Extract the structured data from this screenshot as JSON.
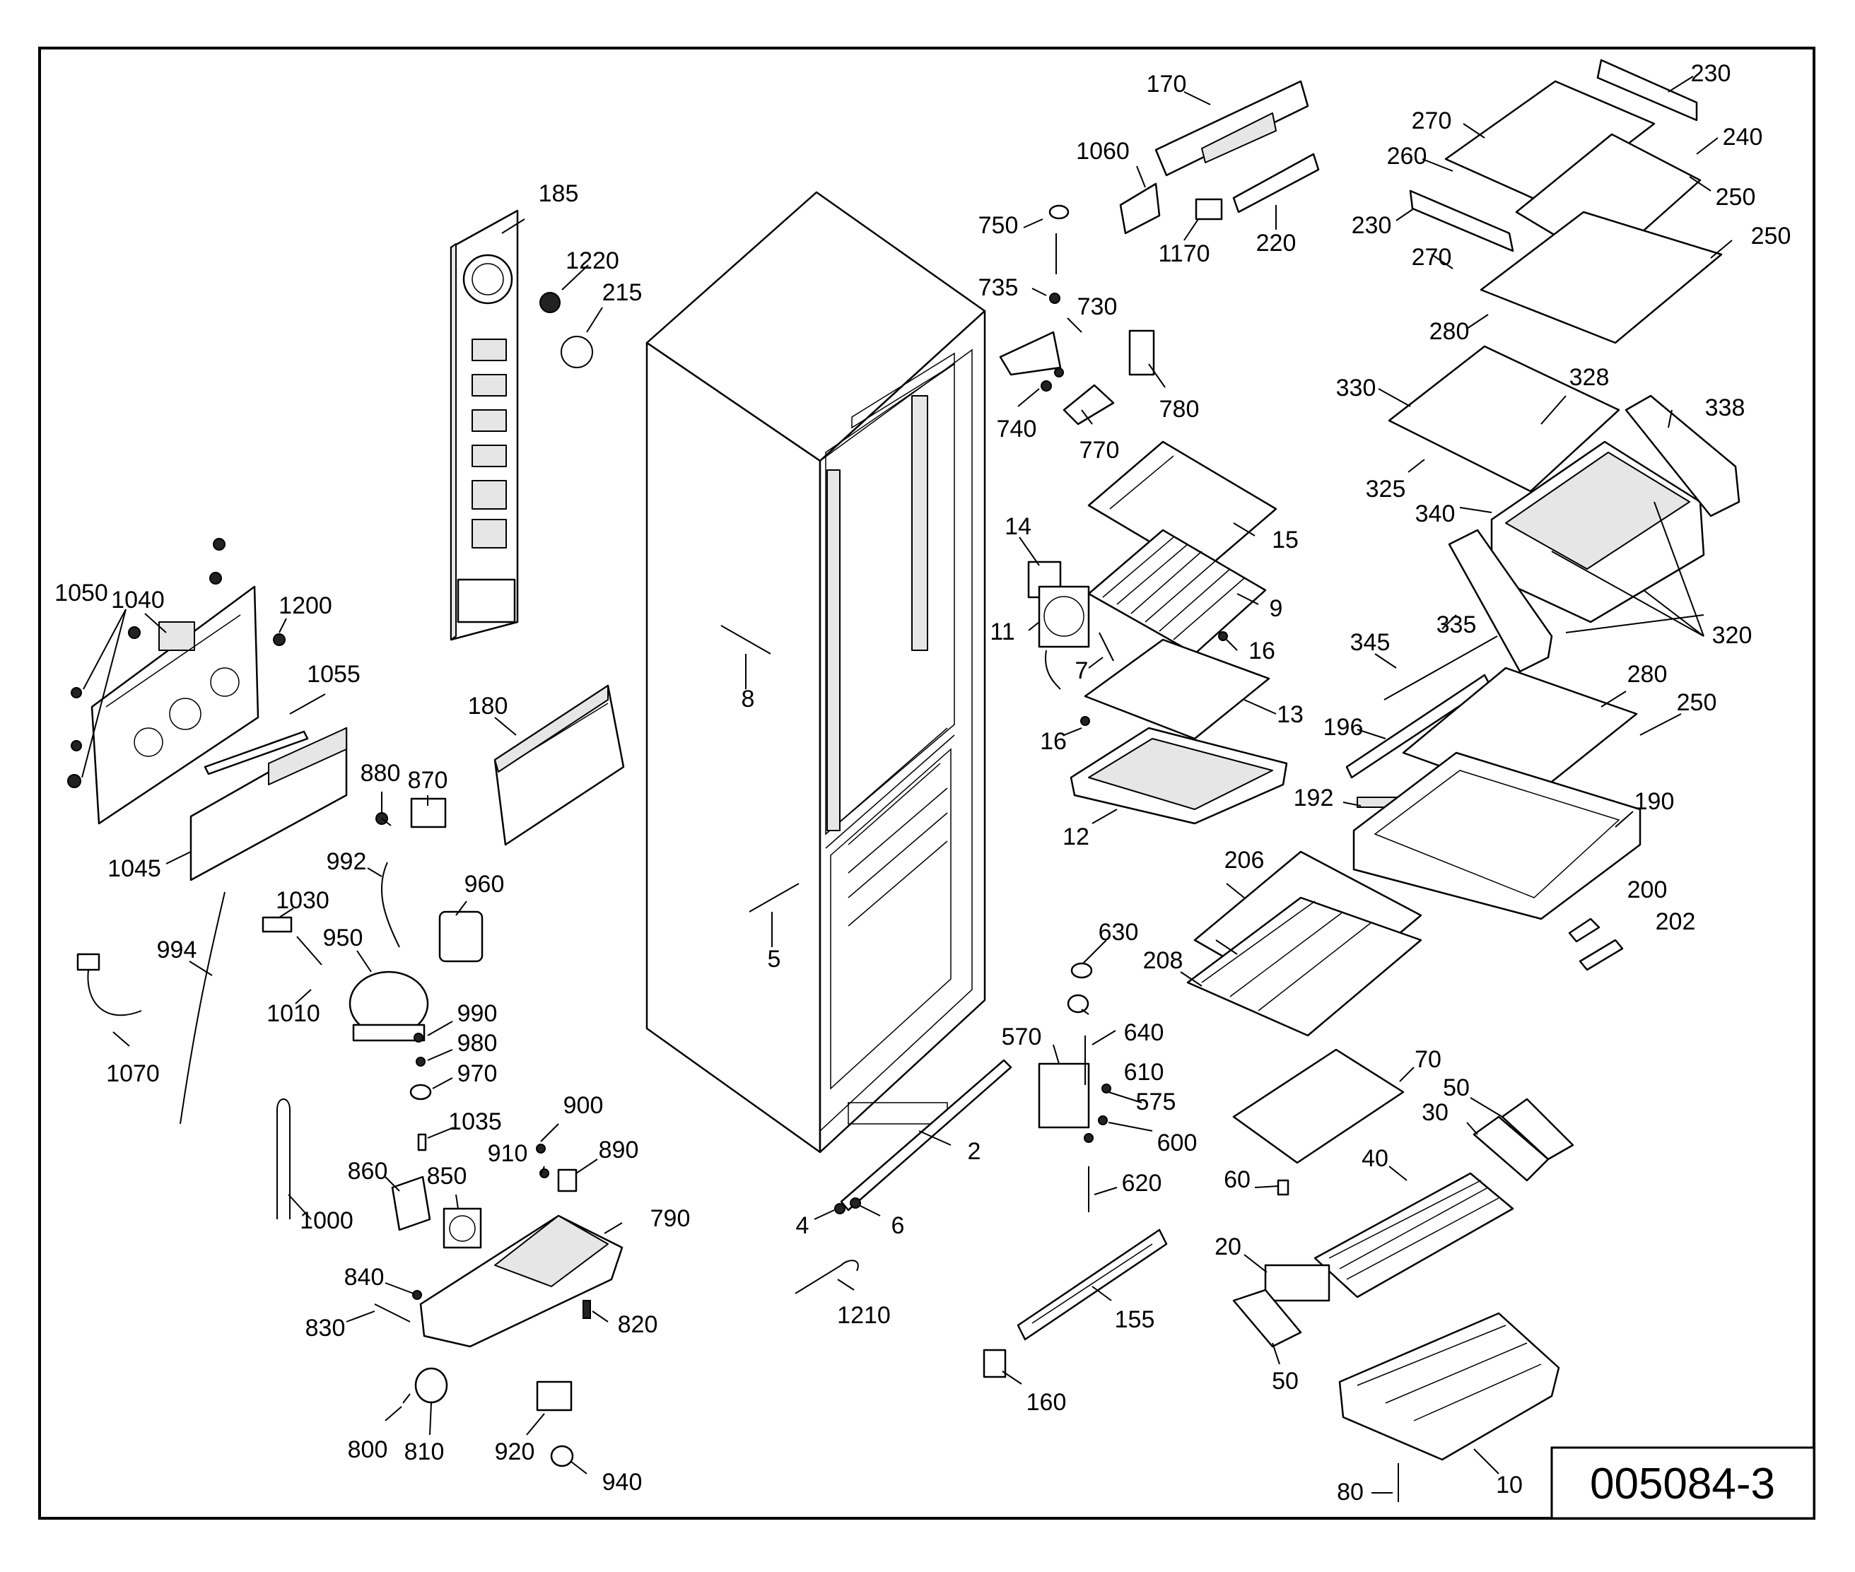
{
  "drawing": {
    "code": "005084-3",
    "frame_color": "#000000",
    "background": "#ffffff"
  },
  "part_labels": [
    "170",
    "1060",
    "1170",
    "220",
    "230",
    "270",
    "240",
    "260",
    "250",
    "230",
    "270",
    "250",
    "280",
    "185",
    "1220",
    "215",
    "750",
    "735",
    "730",
    "740",
    "780",
    "770",
    "330",
    "328",
    "338",
    "325",
    "340",
    "14",
    "15",
    "11",
    "9",
    "7",
    "16",
    "13",
    "16",
    "12",
    "345",
    "335",
    "320",
    "196",
    "280",
    "250",
    "192",
    "190",
    "1050",
    "1040",
    "1200",
    "1055",
    "180",
    "880",
    "870",
    "1045",
    "992",
    "960",
    "1030",
    "994",
    "950",
    "1010",
    "990",
    "980",
    "970",
    "1070",
    "8",
    "5",
    "206",
    "208",
    "630",
    "200",
    "202",
    "640",
    "570",
    "610",
    "575",
    "600",
    "620",
    "2",
    "4",
    "6",
    "1210",
    "1035",
    "900",
    "910",
    "890",
    "860",
    "850",
    "1000",
    "790",
    "840",
    "830",
    "820",
    "800",
    "810",
    "920",
    "940",
    "155",
    "160",
    "70",
    "50",
    "30",
    "40",
    "60",
    "20",
    "50",
    "10",
    "80"
  ]
}
